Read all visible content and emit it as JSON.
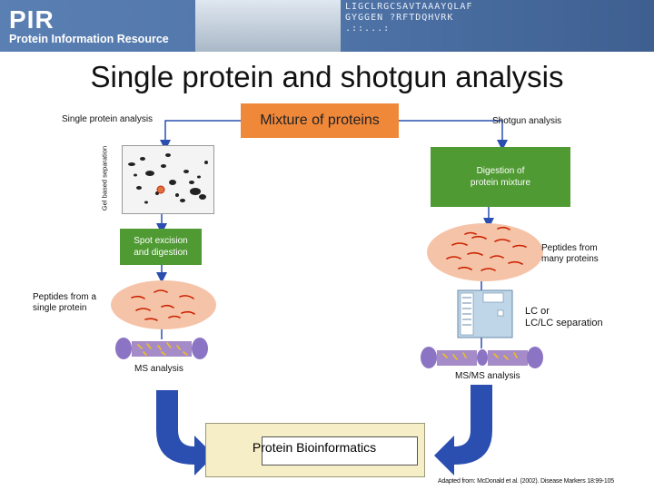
{
  "header": {
    "logo": "PIR",
    "subtitle": "Protein Information Resource",
    "sequence_lines": [
      "LIGCLRGCSAVTAAAYQLAF",
      "GYGGEN   ?RFTDQHVRK",
      "          .::...:"
    ]
  },
  "title": "Single protein and shotgun analysis",
  "labels": {
    "single_protein_analysis": "Single protein analysis",
    "shotgun_analysis": "Shotgun analysis",
    "gel_separation": "Gel based separation",
    "peptides_single": [
      "Peptides from a",
      "single protein"
    ],
    "peptides_many": [
      "Peptides from",
      "many proteins"
    ],
    "lc": [
      "LC or",
      "LC/LC separation"
    ],
    "ms_analysis": "MS analysis",
    "msms_analysis": "MS/MS analysis",
    "citation": "Adapted from: McDonald et al. (2002). Disease Markers 18:99-105"
  },
  "boxes": {
    "mixture": "Mixture of proteins",
    "digestion": [
      "Digestion of",
      "protein mixture"
    ],
    "spot": [
      "Spot excision",
      "and digestion"
    ],
    "bioinformatics": "Protein Bioinformatics"
  },
  "colors": {
    "header": "#4f74a8",
    "orange_box": "#f0883a",
    "green_box": "#4f9a33",
    "ellipse": "#f5c4a8",
    "peptide": "#cc2200",
    "ms_bar": "#a58bc7",
    "ms_end": "#8c74c4",
    "arrow": "#2b4fb0",
    "bioinf_box": "#f6eec7"
  }
}
